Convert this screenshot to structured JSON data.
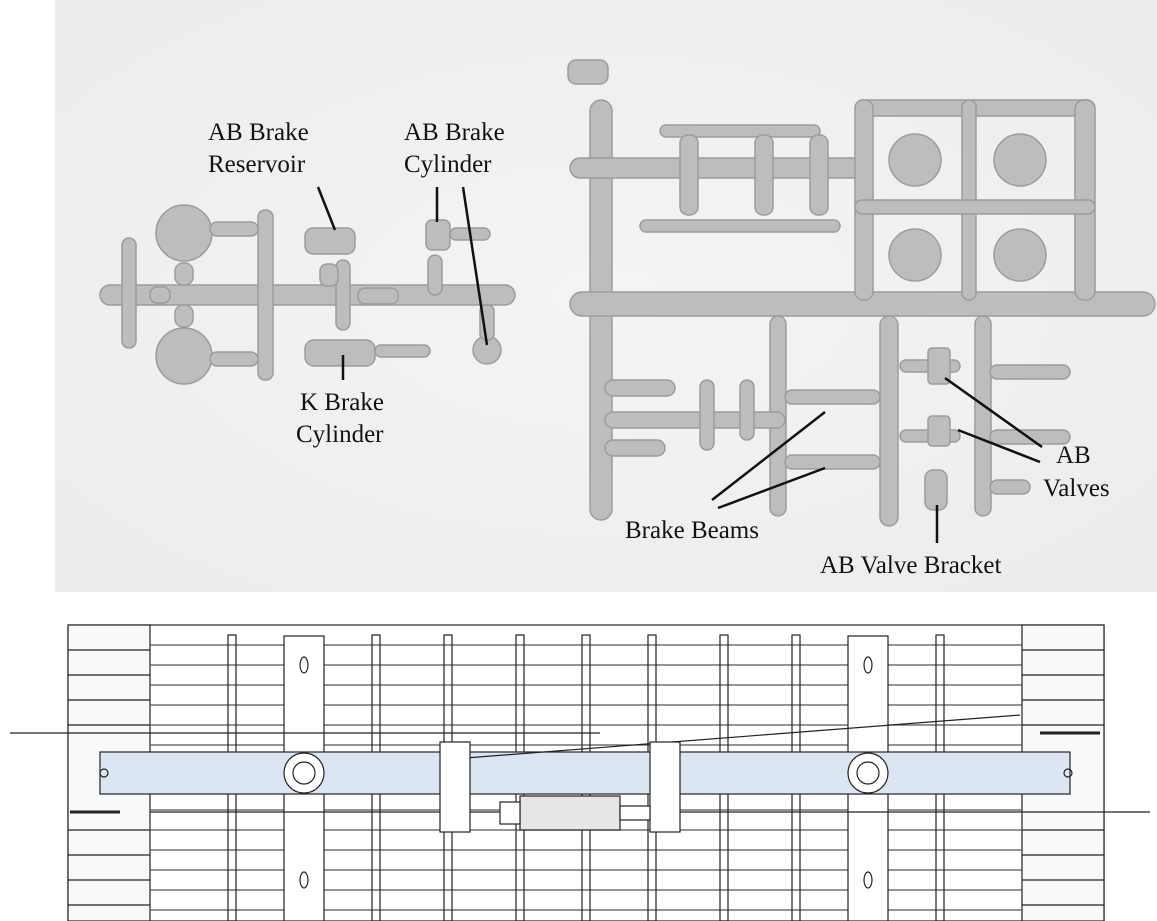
{
  "photo": {
    "background_color": "#f1f1f1",
    "part_color": "#bdbdbd",
    "part_edge_color": "#9a9a9a"
  },
  "labels": {
    "ab_brake_reservoir": [
      "AB Brake",
      "Reservoir"
    ],
    "ab_brake_cylinder": [
      "AB Brake",
      "Cylinder"
    ],
    "k_brake_cylinder": [
      "K Brake",
      "Cylinder"
    ],
    "brake_beams": "Brake Beams",
    "ab_valves": [
      "AB",
      "Valves"
    ],
    "ab_valve_bracket": "AB Valve Bracket"
  },
  "drawing": {
    "background_color": "#ffffff",
    "line_color": "#222222",
    "highlight_color": "#dbe6f2"
  }
}
